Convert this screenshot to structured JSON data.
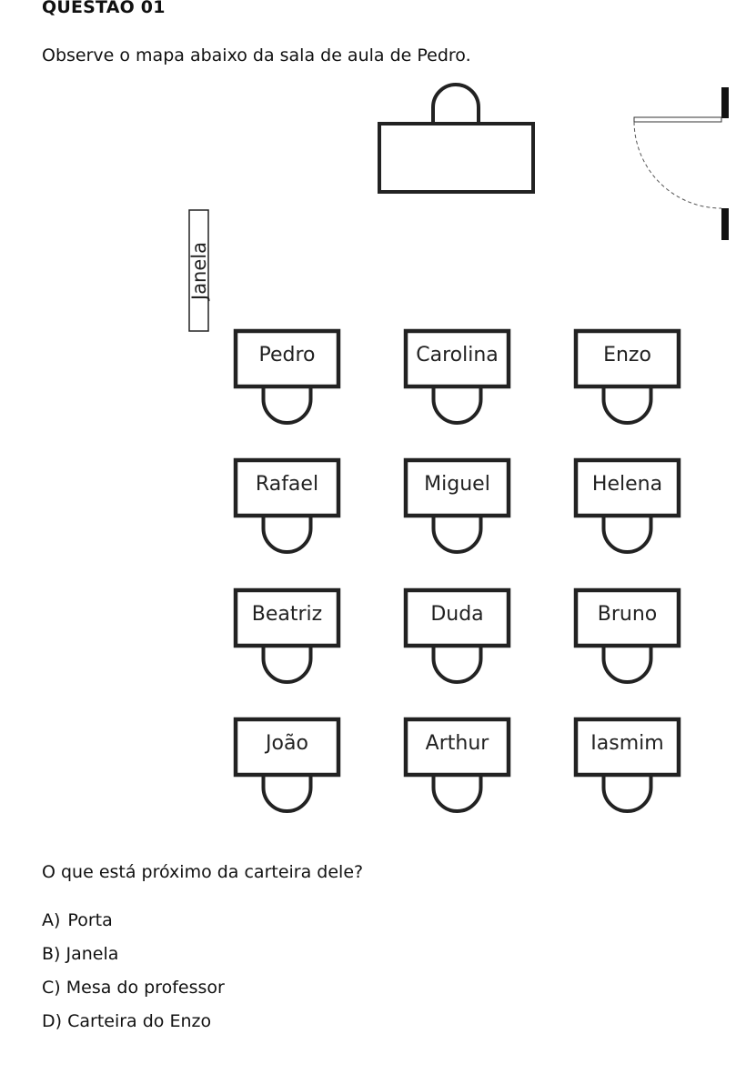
{
  "heading": "QUESTÃO 01",
  "intro": "Observe o mapa abaixo da sala de aula de Pedro.",
  "map": {
    "window_label": "Janela",
    "desks": [
      [
        "Pedro",
        "Carolina",
        "Enzo"
      ],
      [
        "Rafael",
        "Miguel",
        "Helena"
      ],
      [
        "Beatriz",
        "Duda",
        "Bruno"
      ],
      [
        "João",
        "Arthur",
        "Iasmim"
      ]
    ]
  },
  "question": "O que está próximo da carteira dele?",
  "options": [
    {
      "letter": "A)",
      "text": "Porta"
    },
    {
      "letter": "B)",
      "text": "Janela"
    },
    {
      "letter": "C)",
      "text": "Mesa do professor"
    },
    {
      "letter": "D)",
      "text": "Carteira do Enzo"
    }
  ]
}
